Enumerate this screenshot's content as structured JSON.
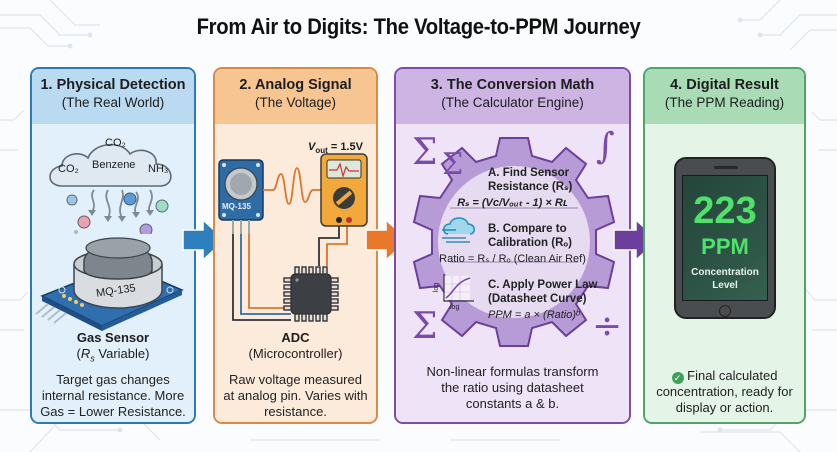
{
  "title": "From Air to Digits: The Voltage-to-PPM Journey",
  "colors": {
    "stage1": "#2e7ab3",
    "stage2": "#e8782a",
    "stage3": "#7b4fa8",
    "stage4": "#4ea567",
    "display_green": "#4ee26a"
  },
  "stages": [
    {
      "heading": "1. Physical Detection",
      "subheading": "(The Real World)",
      "gases": [
        "CO₂",
        "Benzene",
        "NH₃",
        "CO₂"
      ],
      "sensor_label": "MQ-135",
      "caption_title": "Gas Sensor",
      "caption_sub_prefix": "(",
      "caption_sub_var": "R",
      "caption_sub_subscript": "s",
      "caption_sub_suffix": " Variable)",
      "description": "Target gas changes internal resistance. More Gas = Lower Resistance."
    },
    {
      "heading": "2. Analog Signal",
      "subheading": "(The Voltage)",
      "vout_label": "V",
      "vout_sub": "out",
      "vout_value": " = 1.5V",
      "sensor_label": "MQ-135",
      "caption_title": "ADC",
      "caption_sub": "(Microcontroller)",
      "description": "Raw voltage measured at analog pin. Varies with resistance."
    },
    {
      "heading": "3. The Conversion Math",
      "subheading": "(The Calculator Engine)",
      "steps": [
        {
          "title_line1": "A. Find Sensor",
          "title_line2": "Resistance (Rₛ)",
          "equation": "Rₛ = (Vᴄ/Vₒᵤₜ - 1) × Rʟ"
        },
        {
          "title_line1": "B. Compare to",
          "title_line2": "Calibration (Rₒ)",
          "equation": "Ratio = Rₛ / Rₒ (Clean Air Ref)"
        },
        {
          "title_line1": "C. Apply Power Law",
          "title_line2": "(Datasheet Curve)",
          "equation": "PPM = a × (Ratio)ᵇ",
          "graph_axis_label": "log"
        }
      ],
      "symbols": [
        "Σ",
        "∫",
        "Σ",
        "÷"
      ],
      "description_line1": "Non-linear formulas transform",
      "description_line2": "the ratio using datasheet",
      "description_line3": "constants a & b."
    },
    {
      "heading": "4. Digital Result",
      "subheading": "(The PPM Reading)",
      "reading_value": "223",
      "reading_unit": "PPM",
      "reading_label_line1": "Concentration",
      "reading_label_line2": "Level",
      "description": "Final calculated concentration, ready for display or action."
    }
  ]
}
